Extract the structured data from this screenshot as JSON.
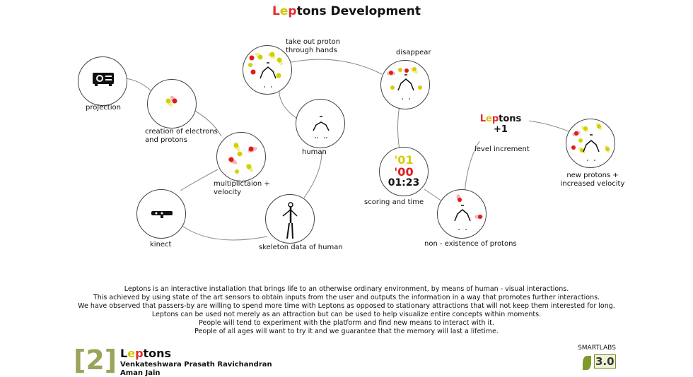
{
  "title": {
    "p1": "L",
    "p2": "e",
    "p3": "p",
    "p4": "tons Development"
  },
  "nodes": {
    "projection": "projection",
    "creation": [
      "creation of electrons",
      "and protons"
    ],
    "multiplication": [
      "multiplictaion +",
      "velocity"
    ],
    "kinect": "kinect",
    "skeleton": "skeleton data of human",
    "human": "human",
    "take_out": [
      "take out proton",
      "through hands"
    ],
    "disappear": "disappear",
    "scoring": "scoring and time",
    "nonexistence": "non - existence of protons",
    "level": "level increment",
    "new_protons": [
      "new protons +",
      "increased velocity"
    ]
  },
  "score": {
    "top": "'01",
    "mid": "'00",
    "time": "01:23"
  },
  "level_badge": {
    "p1": "L",
    "p2": "e",
    "p3": "p",
    "p4": "tons +1"
  },
  "description": [
    "Leptons is an interactive installation that brings life to an otherwise ordinary environment, by means of human - visual interactions.",
    "This achieved by using state of the art sensors to obtain inputs from the user and outputs the information in a way that promotes further interactions.",
    "We have observed that passers-by are willing to spend more time with Leptons as opposed to stationary attractions that will not keep them interested for long.",
    "Leptons can be used not merely as an attraction but can be used to help visualize entire concepts within moments.",
    "People will tend to experiment with the platform and find new means to interact with it.",
    "People of all ages will want to try it and we guarantee that the memory will last a lifetime."
  ],
  "footer": {
    "number": "[2]",
    "title_p1": "L",
    "title_p2": "e",
    "title_p3": "p",
    "title_p4": "tons",
    "authors": [
      "Venkateshwara Prasath Ravichandran",
      "Aman Jain"
    ]
  },
  "logo": {
    "text": "SMARTLABS",
    "version": "3.0"
  },
  "colors": {
    "red": "#e52b2b",
    "yellow": "#d4c400",
    "green": "#9ca35a"
  }
}
